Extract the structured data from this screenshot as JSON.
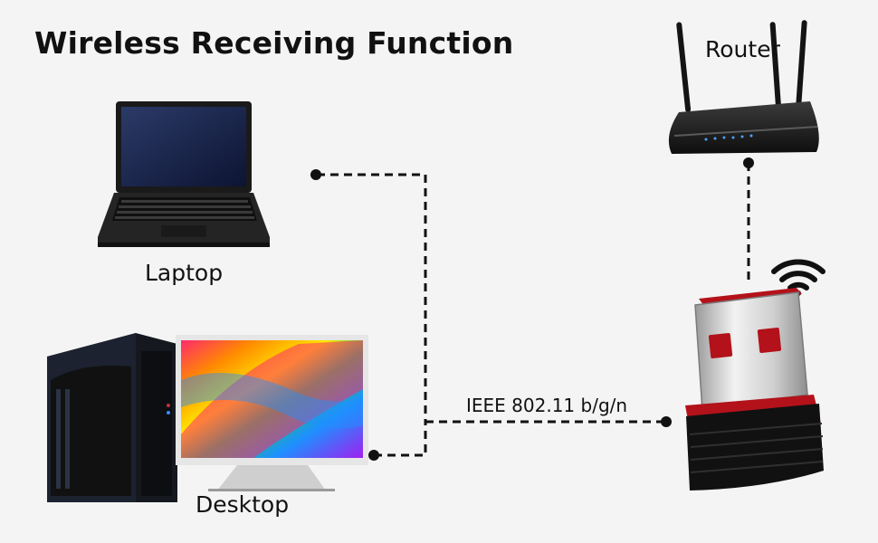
{
  "title": "Wireless Receiving Function",
  "nodes": {
    "laptop": {
      "label": "Laptop"
    },
    "router": {
      "label": "Router"
    },
    "desktop": {
      "label": "Desktop"
    },
    "adapter": {
      "label": ""
    }
  },
  "link": {
    "standard": "IEEE 802.11 b/g/n"
  },
  "colors": {
    "background": "#f4f4f4",
    "line": "#111111",
    "adapter_red": "#b3121a",
    "adapter_body": "#111111"
  }
}
